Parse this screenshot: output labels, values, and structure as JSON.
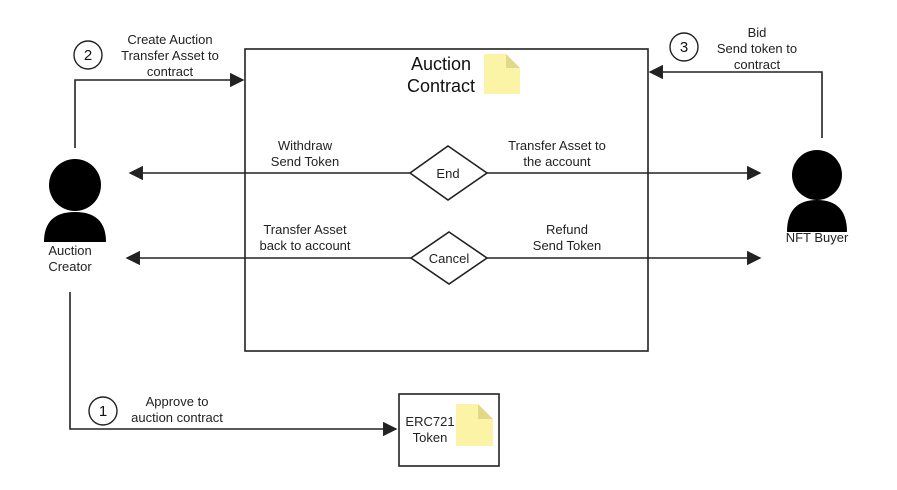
{
  "diagram": {
    "contract_title_line1": "Auction",
    "contract_title_line2": "Contract",
    "creator_label_line1": "Auction",
    "creator_label_line2": "Creator",
    "buyer_label": "NFT Buyer",
    "step1": {
      "number": "1",
      "line1": "Approve to",
      "line2": "auction contract"
    },
    "step2": {
      "number": "2",
      "line1": "Create Auction",
      "line2": "Transfer Asset to",
      "line3": "contract"
    },
    "step3": {
      "number": "3",
      "line1": "Bid",
      "line2": "Send token to",
      "line3": "contract"
    },
    "end_node": "End",
    "cancel_node": "Cancel",
    "end_left_line1": "Withdraw",
    "end_left_line2": "Send Token",
    "end_right_line1": "Transfer Asset to",
    "end_right_line2": "the account",
    "cancel_left_line1": "Transfer Asset",
    "cancel_left_line2": "back to account",
    "cancel_right_line1": "Refund",
    "cancel_right_line2": "Send Token",
    "token_line1": "ERC721",
    "token_line2": "Token",
    "colors": {
      "stroke": "#222222",
      "note_fill": "#fbf3a6",
      "note_fold": "#e2d88a",
      "person": "#000000"
    },
    "icons": [
      "person-icon",
      "document-icon",
      "arrow-icon"
    ]
  }
}
